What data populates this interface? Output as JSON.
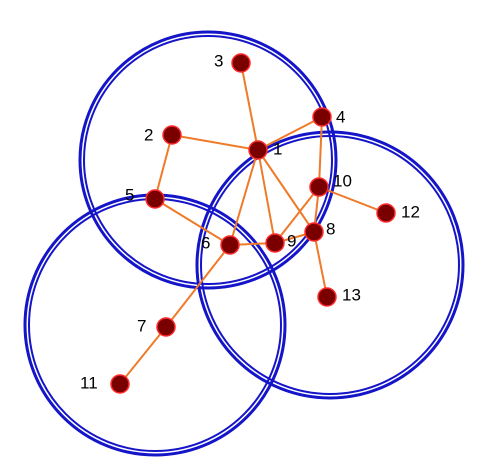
{
  "colors": {
    "background": "#ffffff",
    "circle_stroke": "#1414c8",
    "edge": "#ee7a2a",
    "node_fill": "#7a0000",
    "node_stroke": "#ff2a2a",
    "label": "#000000"
  },
  "nodes": [
    {
      "id": "1",
      "label": "1"
    },
    {
      "id": "2",
      "label": "2"
    },
    {
      "id": "3",
      "label": "3"
    },
    {
      "id": "4",
      "label": "4"
    },
    {
      "id": "5",
      "label": "5"
    },
    {
      "id": "6",
      "label": "6"
    },
    {
      "id": "7",
      "label": "7"
    },
    {
      "id": "8",
      "label": "8"
    },
    {
      "id": "9",
      "label": "9"
    },
    {
      "id": "10",
      "label": "10"
    },
    {
      "id": "11",
      "label": "11"
    },
    {
      "id": "12",
      "label": "12"
    },
    {
      "id": "13",
      "label": "13"
    }
  ],
  "edges": [
    [
      "1",
      "2"
    ],
    [
      "1",
      "3"
    ],
    [
      "1",
      "4"
    ],
    [
      "1",
      "9"
    ],
    [
      "1",
      "8"
    ],
    [
      "1",
      "6"
    ],
    [
      "2",
      "5"
    ],
    [
      "5",
      "6"
    ],
    [
      "6",
      "9"
    ],
    [
      "9",
      "8"
    ],
    [
      "9",
      "10"
    ],
    [
      "4",
      "10"
    ],
    [
      "10",
      "12"
    ],
    [
      "10",
      "8"
    ],
    [
      "8",
      "13"
    ],
    [
      "6",
      "7"
    ],
    [
      "7",
      "11"
    ]
  ]
}
